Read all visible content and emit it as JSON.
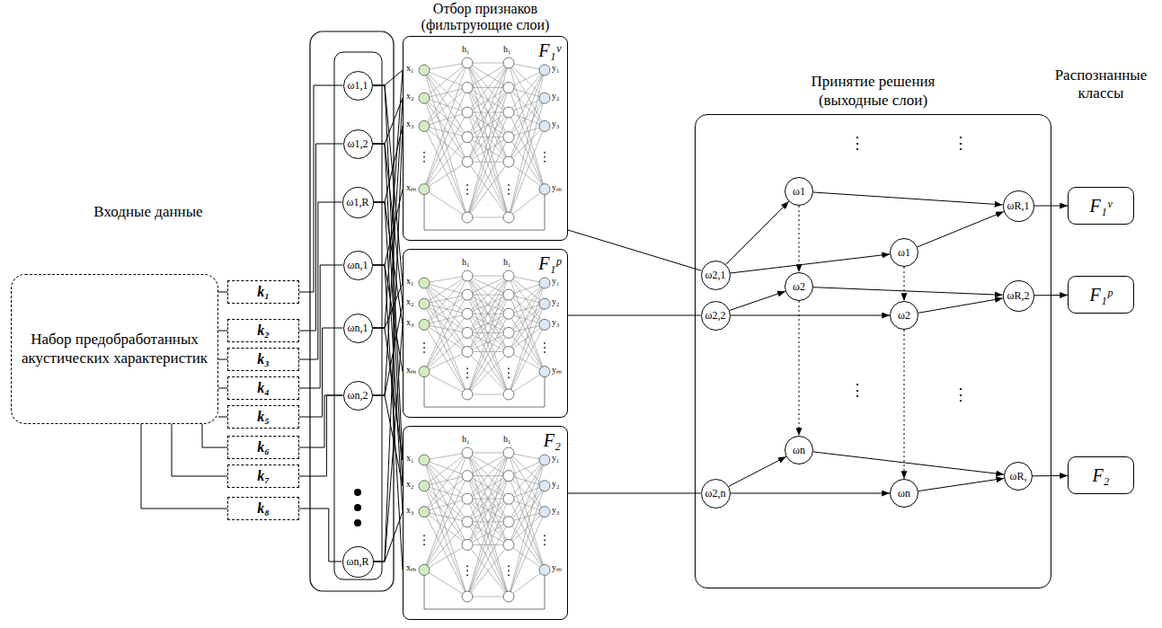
{
  "diagram": {
    "nodes": [
      {
        "text": [
          "Набор предобработанных акустических характеристик"
        ]
      },
      {
        "text": [
          "k₁"
        ]
      },
      {
        "text": [
          "k₂"
        ]
      },
      {
        "text": [
          "k₃"
        ]
      },
      {
        "text": [
          "k₄"
        ]
      },
      {
        "text": [
          "k₅"
        ]
      },
      {
        "text": [
          "k₆"
        ]
      },
      {
        "text": [
          "k₇"
        ]
      },
      {
        "text": [
          "k₈"
        ]
      },
      {
        "text": [
          "ω1,1"
        ]
      },
      {
        "text": [
          "ω1,2"
        ]
      },
      {
        "text": [
          "ω1,R"
        ]
      },
      {
        "text": [
          "ωn,1"
        ]
      },
      {
        "text": [
          "ωn,1"
        ]
      },
      {
        "text": [
          "ωn,2"
        ]
      },
      {
        "text": [
          "ωn,R"
        ]
      },
      {
        "text": [
          "F₁ᵛ"
        ]
      },
      {
        "text": [
          "F₁ᵖ"
        ]
      },
      {
        "text": [
          "F₂"
        ]
      },
      {
        "text": [
          "Принятие решения (выходные слои)"
        ]
      },
      {
        "text": [
          "ω2,1"
        ],
        "in": 19
      },
      {
        "text": [
          "ω2,2"
        ],
        "in": 19
      },
      {
        "text": [
          "ω2,n"
        ],
        "in": 19
      },
      {
        "text": [
          "ω1"
        ],
        "in": 19
      },
      {
        "text": [
          "ω1"
        ],
        "in": 19
      },
      {
        "text": [
          "ω2"
        ],
        "in": 19
      },
      {
        "text": [
          "ω2"
        ],
        "in": 19
      },
      {
        "text": [
          "ωn"
        ],
        "in": 19
      },
      {
        "text": [
          "ωn"
        ],
        "in": 19
      },
      {
        "text": [
          "ωR,1"
        ],
        "in": 19
      },
      {
        "text": [
          "ωR,2"
        ],
        "in": 19
      },
      {
        "text": [
          "ωR,"
        ],
        "in": 19
      },
      {
        "text": [
          "F₁ᵛ"
        ]
      },
      {
        "text": [
          "F₁ᵖ"
        ]
      },
      {
        "text": [
          "F₂"
        ]
      }
    ],
    "edges": [
      {
        "from": 0,
        "to": 1,
        "arrow": "none"
      },
      {
        "from": 0,
        "to": 2,
        "arrow": "none"
      },
      {
        "from": 0,
        "to": 3,
        "arrow": "none"
      },
      {
        "from": 0,
        "to": 4,
        "arrow": "none"
      },
      {
        "from": 0,
        "to": 5,
        "arrow": "none"
      },
      {
        "from": 0,
        "to": 6,
        "arrow": "none"
      },
      {
        "from": 0,
        "to": 7,
        "arrow": "none"
      },
      {
        "from": 0,
        "to": 8,
        "arrow": "none"
      },
      {
        "from": 1,
        "to": 9,
        "arrow": "none"
      },
      {
        "from": 2,
        "to": 10,
        "arrow": "none"
      },
      {
        "from": 3,
        "to": 11,
        "arrow": "none"
      },
      {
        "from": 4,
        "to": 12,
        "arrow": "none"
      },
      {
        "from": 5,
        "to": 13,
        "arrow": "none"
      },
      {
        "from": 6,
        "to": 14,
        "arrow": "none"
      },
      {
        "from": 7,
        "to": 14,
        "arrow": "none"
      },
      {
        "from": 8,
        "to": 15,
        "arrow": "none"
      },
      {
        "from": 9,
        "to": 16,
        "arrow": "none"
      },
      {
        "from": 9,
        "to": 17,
        "arrow": "none"
      },
      {
        "from": 9,
        "to": 18,
        "arrow": "none"
      },
      {
        "from": 10,
        "to": 16,
        "arrow": "none"
      },
      {
        "from": 10,
        "to": 17,
        "arrow": "none"
      },
      {
        "from": 10,
        "to": 18,
        "arrow": "none"
      },
      {
        "from": 11,
        "to": 16,
        "arrow": "none"
      },
      {
        "from": 11,
        "to": 17,
        "arrow": "none"
      },
      {
        "from": 11,
        "to": 18,
        "arrow": "none"
      },
      {
        "from": 12,
        "to": 16,
        "arrow": "none"
      },
      {
        "from": 12,
        "to": 17,
        "arrow": "none"
      },
      {
        "from": 12,
        "to": 18,
        "arrow": "none"
      },
      {
        "from": 13,
        "to": 16,
        "arrow": "none"
      },
      {
        "from": 13,
        "to": 17,
        "arrow": "none"
      },
      {
        "from": 13,
        "to": 18,
        "arrow": "none"
      },
      {
        "from": 14,
        "to": 16,
        "arrow": "none"
      },
      {
        "from": 14,
        "to": 17,
        "arrow": "none"
      },
      {
        "from": 14,
        "to": 18,
        "arrow": "none"
      },
      {
        "from": 15,
        "to": 16,
        "arrow": "none"
      },
      {
        "from": 15,
        "to": 17,
        "arrow": "none"
      },
      {
        "from": 15,
        "to": 18,
        "arrow": "none"
      },
      {
        "from": 16,
        "to": 20,
        "arrow": "none"
      },
      {
        "from": 17,
        "to": 21,
        "arrow": "none"
      },
      {
        "from": 18,
        "to": 22,
        "arrow": "none"
      },
      {
        "from": 20,
        "to": 23,
        "arrow": "to"
      },
      {
        "from": 20,
        "to": 24,
        "arrow": "to"
      },
      {
        "from": 21,
        "to": 25,
        "arrow": "to"
      },
      {
        "from": 21,
        "to": 26,
        "arrow": "to"
      },
      {
        "from": 22,
        "to": 27,
        "arrow": "to"
      },
      {
        "from": 22,
        "to": 28,
        "arrow": "to"
      },
      {
        "from": 23,
        "to": 25,
        "arrow": "to"
      },
      {
        "from": 24,
        "to": 26,
        "arrow": "to"
      },
      {
        "from": 25,
        "to": 27,
        "arrow": "to"
      },
      {
        "from": 26,
        "to": 28,
        "arrow": "to"
      },
      {
        "from": 23,
        "to": 29,
        "arrow": "to"
      },
      {
        "from": 24,
        "to": 29,
        "arrow": "to"
      },
      {
        "from": 25,
        "to": 30,
        "arrow": "to"
      },
      {
        "from": 26,
        "to": 30,
        "arrow": "to"
      },
      {
        "from": 27,
        "to": 31,
        "arrow": "to"
      },
      {
        "from": 28,
        "to": 31,
        "arrow": "to"
      },
      {
        "from": 29,
        "to": 32,
        "arrow": "to"
      },
      {
        "from": 30,
        "to": 33,
        "arrow": "to"
      },
      {
        "from": 31,
        "to": 34,
        "arrow": "to"
      }
    ],
    "labels": [
      "Входные данные",
      "Отбор признаков (фильтрующие слои)",
      "Распознанные классы",
      "x₁",
      "x₂",
      "x₃",
      "xₘ",
      "h₁",
      "h₁",
      "y₁",
      "y₂",
      "y₃",
      "yₘ",
      "x₁",
      "x₂",
      "x₃",
      "xₘ",
      "h₁",
      "h₁",
      "y₁",
      "y₂",
      "y₃",
      "yₘ",
      "x₁",
      "x₂",
      "x₃",
      "xₘ",
      "h₁",
      "h₁",
      "y₁",
      "y₂",
      "y₃",
      "yₘ",
      "⋮",
      "⋮",
      "⋮",
      "⋮"
    ]
  }
}
